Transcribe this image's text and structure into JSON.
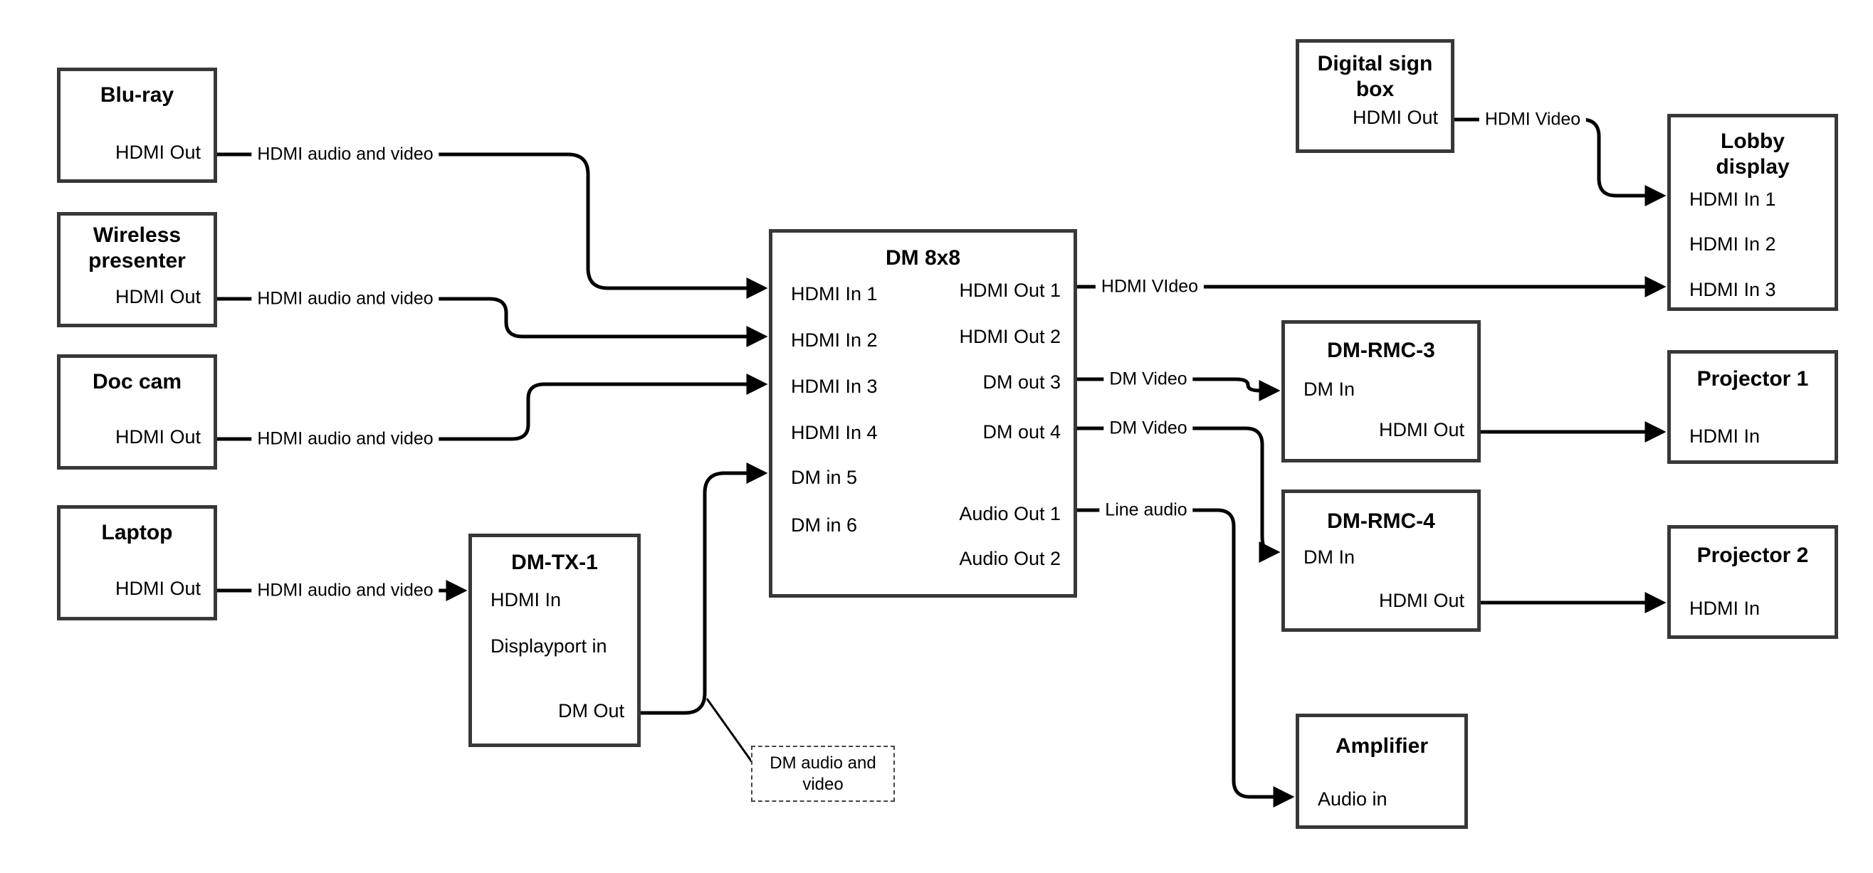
{
  "nodes": {
    "bluray": {
      "title": "Blu-ray",
      "ports": {
        "out": "HDMI Out"
      }
    },
    "wireless": {
      "title": "Wireless presenter",
      "ports": {
        "out": "HDMI Out"
      }
    },
    "doccam": {
      "title": "Doc cam",
      "ports": {
        "out": "HDMI Out"
      }
    },
    "laptop": {
      "title": "Laptop",
      "ports": {
        "out": "HDMI Out"
      }
    },
    "dmtx1": {
      "title": "DM-TX-1",
      "ports": {
        "hdmi_in": "HDMI In",
        "dp_in": "Displayport in",
        "dm_out": "DM Out"
      }
    },
    "dm8x8": {
      "title": "DM 8x8",
      "ports": {
        "in1": "HDMI In 1",
        "in2": "HDMI In 2",
        "in3": "HDMI In 3",
        "in4": "HDMI In 4",
        "in5": "DM in 5",
        "in6": "DM in 6",
        "out1": "HDMI Out 1",
        "out2": "HDMI Out 2",
        "out3": "DM out 3",
        "out4": "DM out 4",
        "aout1": "Audio Out 1",
        "aout2": "Audio Out 2"
      }
    },
    "signbox": {
      "title": "Digital sign box",
      "ports": {
        "out": "HDMI Out"
      }
    },
    "lobby": {
      "title": "Lobby display",
      "ports": {
        "in1": "HDMI In 1",
        "in2": "HDMI In 2",
        "in3": "HDMI In 3"
      }
    },
    "rmc3": {
      "title": "DM-RMC-3",
      "ports": {
        "dm_in": "DM In",
        "hdmi_out": "HDMI Out"
      }
    },
    "proj1": {
      "title": "Projector 1",
      "ports": {
        "in": "HDMI In"
      }
    },
    "rmc4": {
      "title": "DM-RMC-4",
      "ports": {
        "dm_in": "DM In",
        "hdmi_out": "HDMI Out"
      }
    },
    "proj2": {
      "title": "Projector 2",
      "ports": {
        "in": "HDMI In"
      }
    },
    "amp": {
      "title": "Amplifier",
      "ports": {
        "in": "Audio in"
      }
    }
  },
  "connector_labels": {
    "bluray_line": "HDMI audio and video",
    "wireless_line": "HDMI audio and video",
    "doccam_line": "HDMI audio and video",
    "laptop_line": "HDMI audio and video",
    "out1_line": "HDMI VIdeo",
    "out3_line": "DM Video",
    "out4_line": "DM Video",
    "audio1_line": "Line audio",
    "sign_line": "HDMI Video"
  },
  "annotation": {
    "text": "DM audio and video"
  },
  "colors": {
    "line": "#000000",
    "box_border": "#383838",
    "background": "#ffffff"
  }
}
